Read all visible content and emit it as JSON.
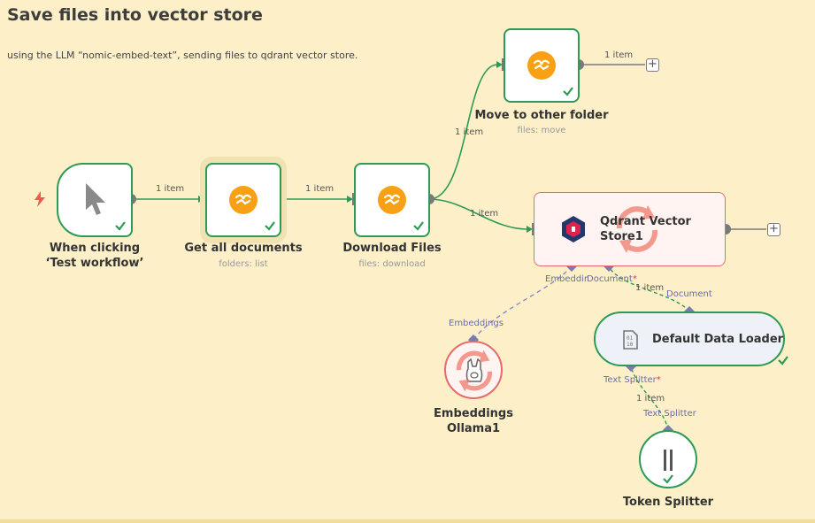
{
  "sticky": {
    "title": "Save files into vector store",
    "subtitle": "using the LLM “nomic-embed-text”, sending files to qdrant vector store."
  },
  "nodes": {
    "trigger": {
      "label": "When clicking ‘Test workflow’",
      "icon": "cursor-arrow-icon"
    },
    "get_docs": {
      "label": "Get all documents",
      "sub": "folders: list",
      "icon": "nextcloud-icon"
    },
    "download": {
      "label": "Download Files",
      "sub": "files: download",
      "icon": "nextcloud-icon"
    },
    "move": {
      "label": "Move to other folder",
      "sub": "files: move",
      "icon": "nextcloud-icon"
    },
    "qdrant": {
      "label": "Qdrant Vector Store1",
      "icon": "qdrant-logo-icon"
    },
    "loader": {
      "label": "Default Data Loader",
      "icon": "binary-file-icon"
    },
    "ollama": {
      "label": "Embeddings Ollama1",
      "icon": "ollama-llama-icon"
    },
    "splitter": {
      "label": "Token Splitter",
      "icon": "splitter-bars-icon"
    }
  },
  "wires": {
    "w1": "1 item",
    "w2": "1 item",
    "w3": "1 item",
    "w4": "1 item",
    "w5": "1 item",
    "w6": "1 item",
    "w7": "1 item"
  },
  "ports": {
    "q_embedding": "Embeddir",
    "q_document": "Document",
    "q_document_req": "*",
    "loader_document": "Document",
    "loader_text_splitter": "Text Splitter",
    "loader_text_splitter_req": "*",
    "ollama_embeddings": "Embeddings",
    "splitter_text_splitter": "Text Splitter"
  },
  "colors": {
    "sticky_bg": "#fdf0c8",
    "success": "#2d9a55",
    "nextcloud_orange": "#f8a115",
    "qdrant_border": "#e86b6b",
    "qdrant_bg": "#fff4f2",
    "port": "#7b7bb0"
  }
}
